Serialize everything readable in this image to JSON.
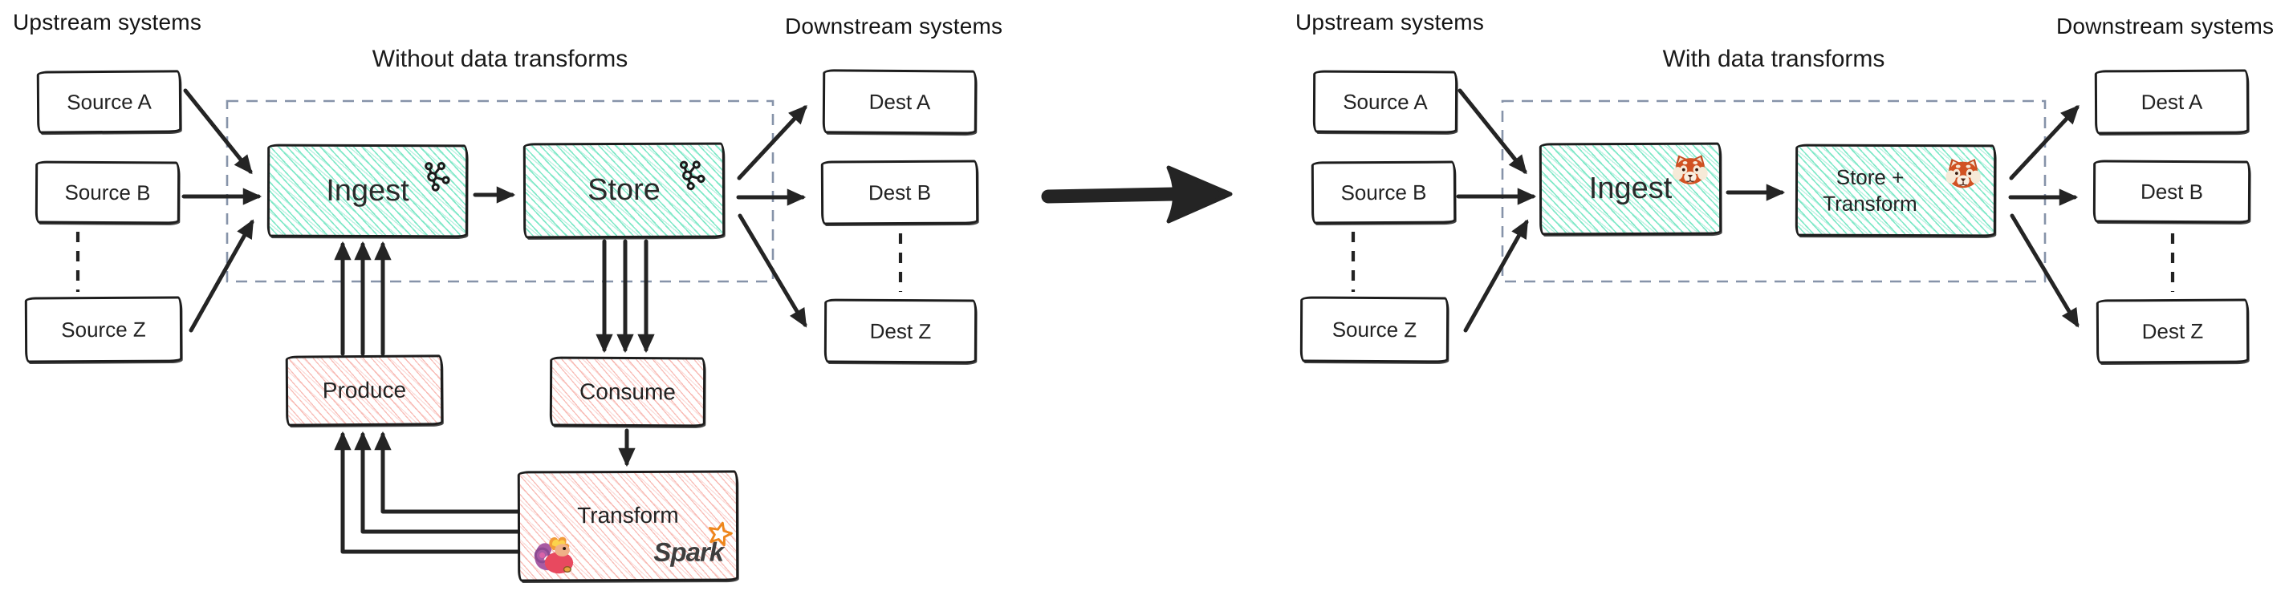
{
  "colors": {
    "ink": "#1d1d1d",
    "teal_hatch": "#79e7c5",
    "pink_hatch": "#f6a69e",
    "dashed_boundary": "#8693a9",
    "spark_orange": "#ee861b",
    "panda_orange": "#d15222",
    "flink_pink": "#e8495f"
  },
  "left": {
    "title": "Without data transforms",
    "upstream_label": "Upstream systems",
    "downstream_label": "Downstream systems",
    "sources": [
      "Source A",
      "Source B",
      "Source Z"
    ],
    "dests": [
      "Dest A",
      "Dest B",
      "Dest Z"
    ],
    "ingest_label": "Ingest",
    "store_label": "Store",
    "ingest_icon": "kafka-logo",
    "store_icon": "kafka-logo",
    "produce_label": "Produce",
    "consume_label": "Consume",
    "transform_label": "Transform",
    "transform_icons": [
      "flink-squirrel-logo",
      "spark-logo"
    ],
    "spark_wordmark": "Spark"
  },
  "right": {
    "title": "With data transforms",
    "upstream_label": "Upstream systems",
    "downstream_label": "Downstream systems",
    "sources": [
      "Source A",
      "Source B",
      "Source Z"
    ],
    "dests": [
      "Dest A",
      "Dest B",
      "Dest Z"
    ],
    "ingest_label": "Ingest",
    "store_transform_line1": "Store +",
    "store_transform_line2": "Transform",
    "ingest_icon": "redpanda-logo",
    "store_transform_icon": "redpanda-logo"
  }
}
